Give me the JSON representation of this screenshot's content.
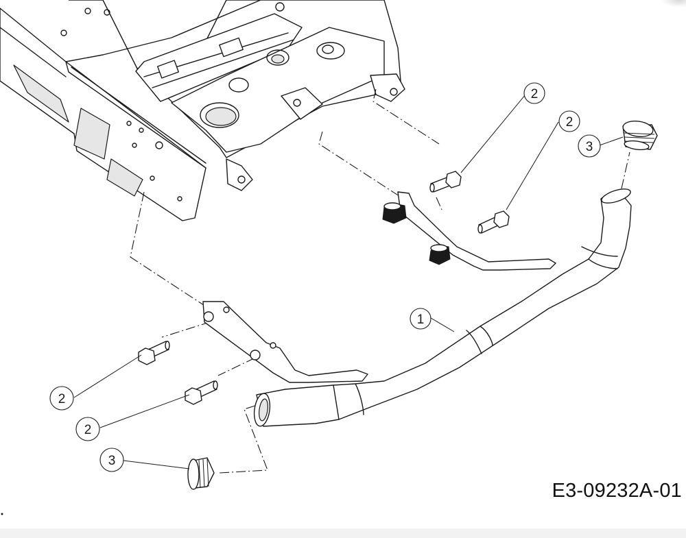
{
  "drawing_code": "E3-09232A-01",
  "callouts": [
    {
      "id": "c-1-bumper",
      "label": "1"
    },
    {
      "id": "c-2-upper-a",
      "label": "2"
    },
    {
      "id": "c-2-upper-b",
      "label": "2"
    },
    {
      "id": "c-2-lower-a",
      "label": "2"
    },
    {
      "id": "c-2-lower-b",
      "label": "2"
    },
    {
      "id": "c-3-upper",
      "label": "3"
    },
    {
      "id": "c-3-lower",
      "label": "3"
    }
  ],
  "colors": {
    "ink": "#1a1a1a",
    "paper": "#ffffff"
  }
}
